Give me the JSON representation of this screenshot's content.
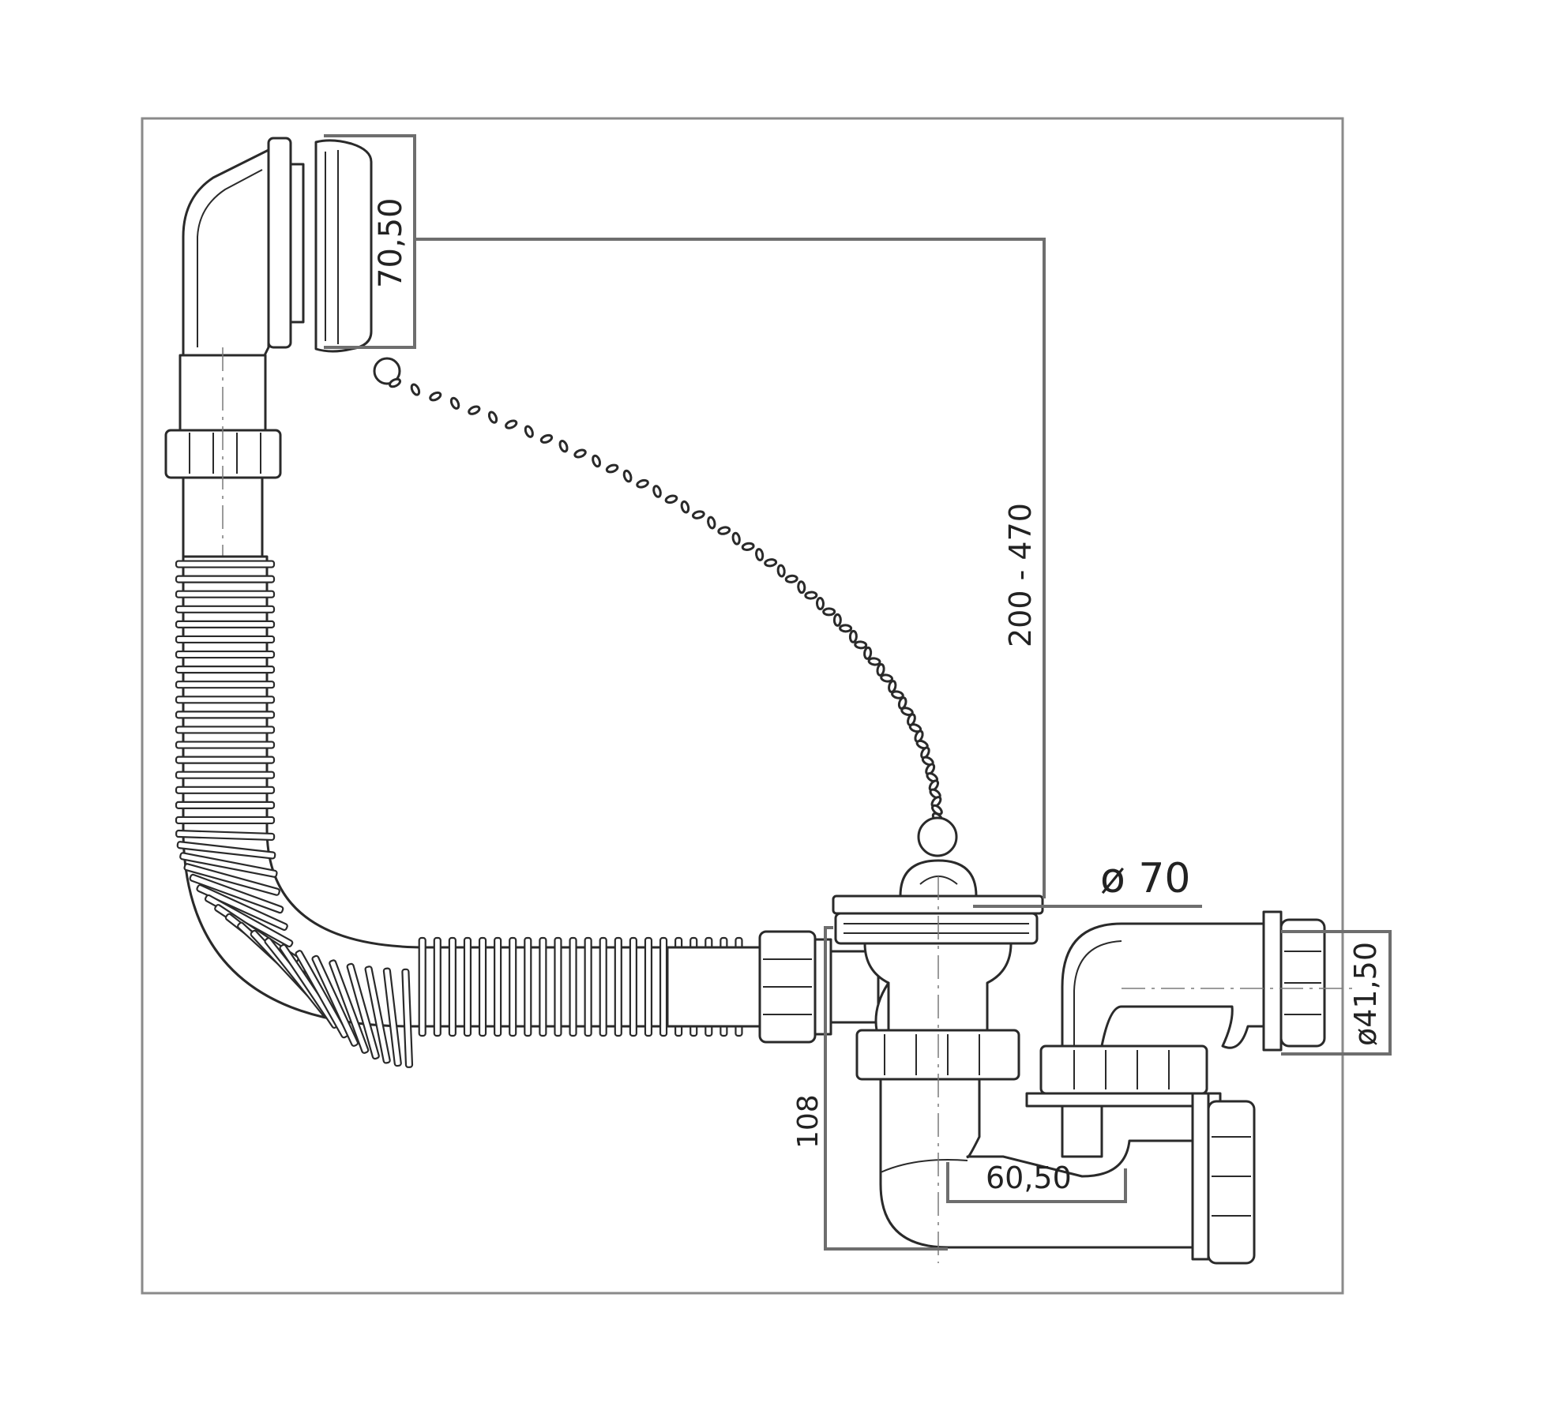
{
  "dimensions": {
    "overflow_height": "70,50",
    "adjust_range": "200 - 470",
    "drain_diameter": "ø 70",
    "outlet_diameter": "ø41,50",
    "trap_height": "108",
    "trap_offset": "60,50"
  },
  "hose": {
    "ribs": 60
  },
  "chain": {
    "links": 56
  }
}
